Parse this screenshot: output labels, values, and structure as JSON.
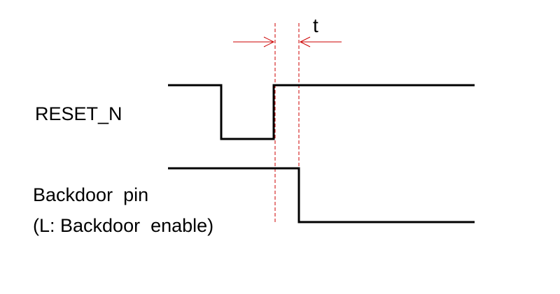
{
  "diagram": {
    "signals": [
      {
        "name": "RESET_N"
      },
      {
        "name": "Backdoor  pin",
        "note": "(L: Backdoor  enable)"
      }
    ],
    "timing_label": "t",
    "colors": {
      "waveform": "#000000",
      "marker": "#cc0000",
      "background": "#ffffff"
    }
  }
}
